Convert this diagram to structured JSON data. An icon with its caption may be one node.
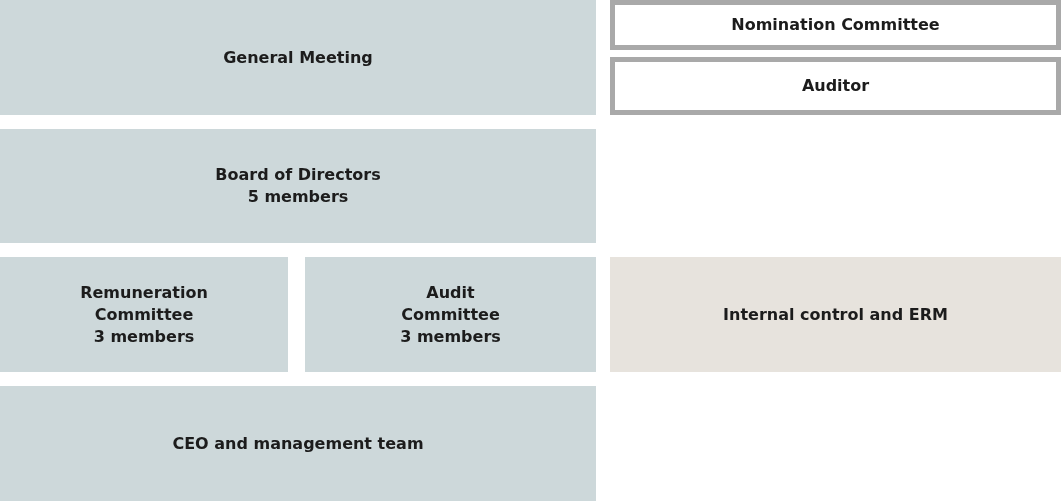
{
  "diagram": {
    "nodes": [
      {
        "text": [
          "General Meeting"
        ]
      },
      {
        "text": [
          "Nomination Committee"
        ]
      },
      {
        "text": [
          "Auditor"
        ]
      },
      {
        "text": [
          "Board of Directors",
          "5 members"
        ]
      },
      {
        "text": [
          "Remuneration Committee",
          "3 members"
        ]
      },
      {
        "text": [
          "Audit Committee",
          "3 members"
        ]
      },
      {
        "text": [
          "Internal control and ERM"
        ]
      },
      {
        "text": [
          "CEO and management team"
        ]
      }
    ],
    "edges": []
  }
}
